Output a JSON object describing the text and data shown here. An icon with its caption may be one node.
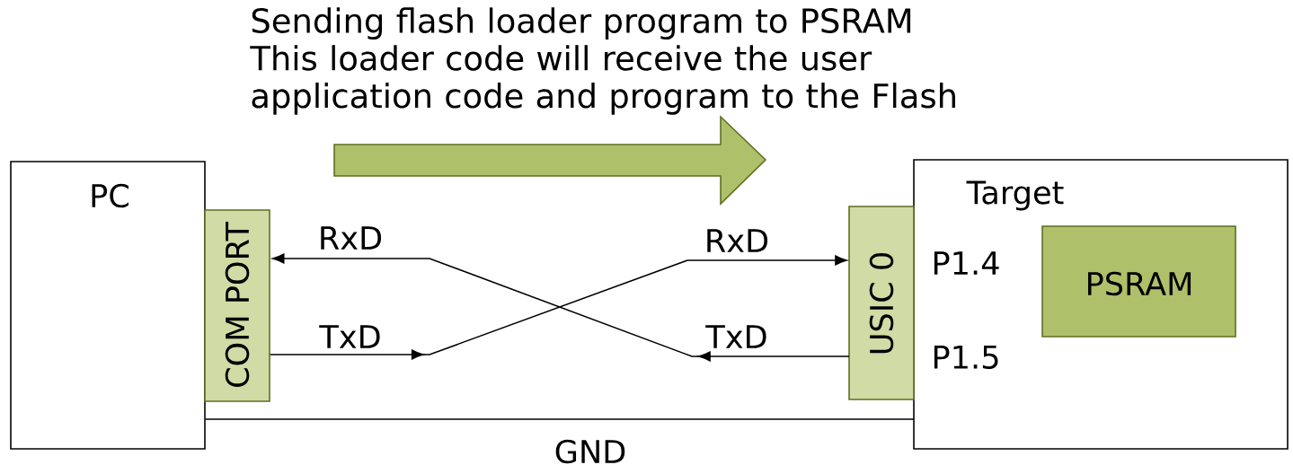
{
  "diagram": {
    "nodes": [
      {
        "text": [
          "PC"
        ]
      },
      {
        "text": [
          "COM PORT"
        ]
      },
      {
        "text": [
          "Target"
        ]
      },
      {
        "text": [
          "USIC 0"
        ]
      },
      {
        "text": [
          "PSRAM"
        ],
        "in": 2
      }
    ],
    "edges": [
      {
        "from": 3,
        "to": 1,
        "arrow": "to",
        "label": "RxD"
      },
      {
        "from": 1,
        "to": 3,
        "arrow": "to",
        "label": "TxD"
      },
      {
        "from": 0,
        "to": 2,
        "arrow": "none",
        "label": "GND"
      }
    ],
    "labels": [
      "Sending flash loader program to PSRAM This loader code will receive the user application code and program to the Flash",
      "TxD",
      "RxD",
      "P1.4",
      "P1.5"
    ]
  }
}
